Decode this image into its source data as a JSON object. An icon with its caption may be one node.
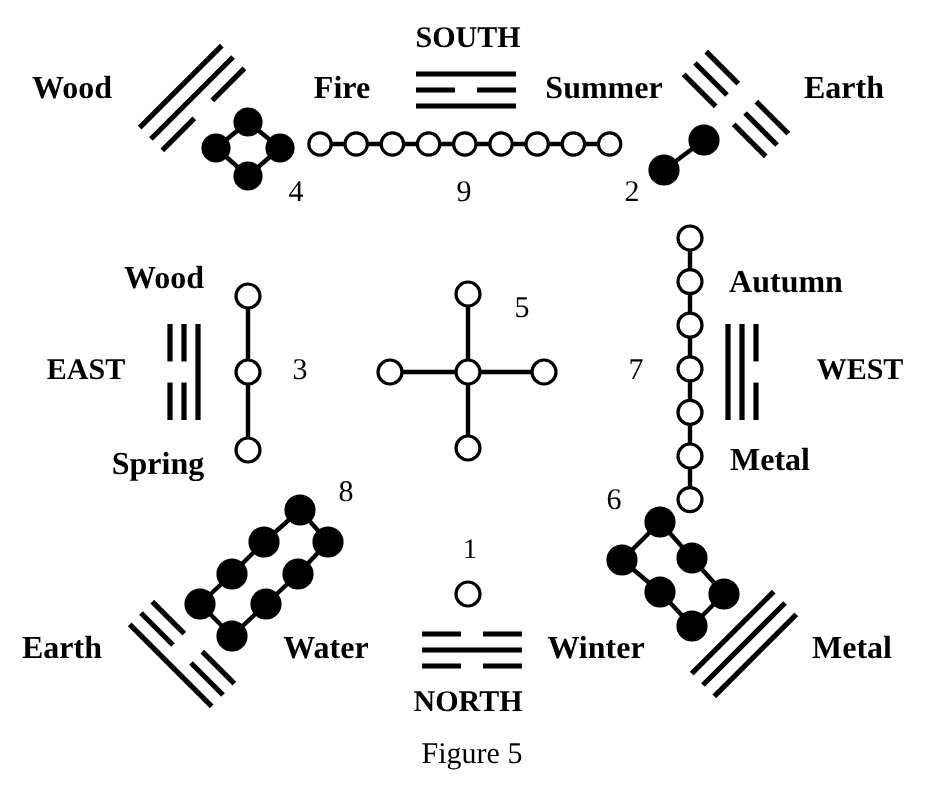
{
  "diagram": {
    "caption": "Figure 5",
    "labels": [
      "SOUTH",
      "Wood",
      "Fire",
      "Summer",
      "Earth",
      "4",
      "9",
      "2",
      "Wood",
      "Autumn",
      "5",
      "EAST",
      "3",
      "7",
      "WEST",
      "Spring",
      "Metal",
      "8",
      "6",
      "1",
      "Earth",
      "Water",
      "Winter",
      "Metal",
      "NORTH"
    ]
  }
}
